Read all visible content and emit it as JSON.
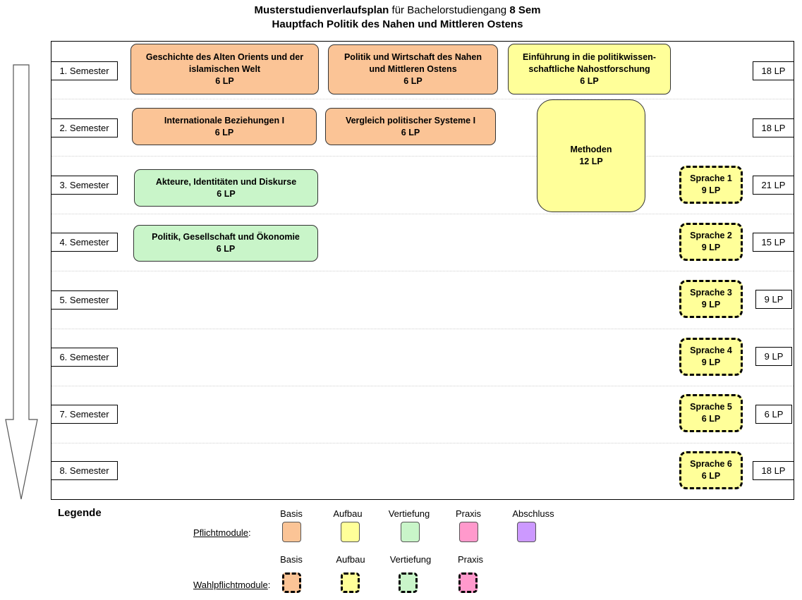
{
  "title": {
    "bold_prefix": "Musterstudienverlaufsplan",
    "middle": " für Bachelorstudiengang ",
    "bold_suffix": "8 Sem",
    "line2": "Hauptfach Politik des Nahen und Mittleren Ostens"
  },
  "semesters": [
    {
      "label": "1. Semester",
      "lp": "18 LP"
    },
    {
      "label": "2. Semester",
      "lp": "18 LP"
    },
    {
      "label": "3. Semester",
      "lp": "21 LP"
    },
    {
      "label": "4. Semester",
      "lp": "15 LP"
    },
    {
      "label": "5. Semester",
      "lp": "9 LP"
    },
    {
      "label": "6. Semester",
      "lp": "9 LP"
    },
    {
      "label": "7. Semester",
      "lp": "6 LP"
    },
    {
      "label": "8. Semester",
      "lp": "18 LP"
    }
  ],
  "modules": [
    {
      "line1": "Geschichte des Alten Orients und der",
      "line2": "islamischen Welt",
      "lp": "6 LP",
      "category": "Basis"
    },
    {
      "line1": "Politik und Wirtschaft des Nahen",
      "line2": "und Mittleren Ostens",
      "lp": "6 LP",
      "category": "Basis"
    },
    {
      "line1": "Einführung in die politikwissen-",
      "line2": "schaftliche Nahostforschung",
      "lp": "6 LP",
      "category": "Aufbau"
    },
    {
      "line1": "Internationale Beziehungen I",
      "lp": "6 LP",
      "category": "Basis"
    },
    {
      "line1": "Vergleich politischer Systeme I",
      "lp": "6 LP",
      "category": "Basis"
    },
    {
      "line1": "Methoden",
      "lp": "12 LP",
      "category": "Aufbau"
    },
    {
      "line1": "Akteure, Identitäten und Diskurse",
      "lp": "6 LP",
      "category": "Vertiefung"
    },
    {
      "line1": "Politik, Gesellschaft und Ökonomie",
      "lp": "6 LP",
      "category": "Vertiefung"
    }
  ],
  "languages": [
    {
      "name": "Sprache 1",
      "lp": "9 LP"
    },
    {
      "name": "Sprache 2",
      "lp": "9 LP"
    },
    {
      "name": "Sprache 3",
      "lp": "9 LP"
    },
    {
      "name": "Sprache 4",
      "lp": "9 LP"
    },
    {
      "name": "Sprache 5",
      "lp": "6 LP"
    },
    {
      "name": "Sprache 6",
      "lp": "6 LP"
    }
  ],
  "legend": {
    "title": "Legende",
    "pflicht_label": "Pflichtmodule",
    "wahl_label": "Wahlpflichtmodule",
    "colon": ":",
    "pflicht_columns": [
      "Basis",
      "Aufbau",
      "Vertiefung",
      "Praxis",
      "Abschluss"
    ],
    "wahl_columns": [
      "Basis",
      "Aufbau",
      "Vertiefung",
      "Praxis"
    ],
    "colors": {
      "Basis": "#fbc496",
      "Aufbau": "#ffff99",
      "Vertiefung": "#c9f5c9",
      "Praxis": "#ff99cc",
      "Abschluss": "#cc99ff"
    }
  }
}
